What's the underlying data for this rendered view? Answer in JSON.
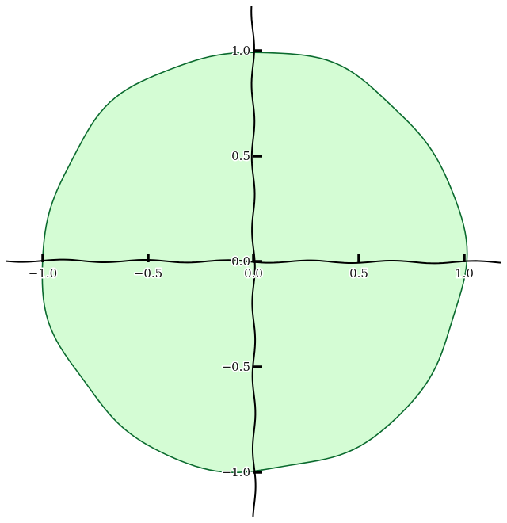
{
  "chart_data": {
    "type": "area",
    "title": "",
    "xlabel": "",
    "ylabel": "",
    "xlim": [
      -1.2,
      1.2
    ],
    "ylim": [
      -1.2,
      1.2
    ],
    "grid": false,
    "style": "xkcd",
    "x_ticks": [
      {
        "value": -1.0,
        "label": "−1.0"
      },
      {
        "value": -0.5,
        "label": "−0.5"
      },
      {
        "value": 0.0,
        "label": "0.0"
      },
      {
        "value": 0.5,
        "label": "0.5"
      },
      {
        "value": 1.0,
        "label": "1.0"
      }
    ],
    "y_ticks": [
      {
        "value": 1.0,
        "label": "1.0"
      },
      {
        "value": 0.5,
        "label": "0.5"
      },
      {
        "value": 0.0,
        "label": "0.0"
      },
      {
        "value": -0.5,
        "label": "−0.5"
      },
      {
        "value": -1.0,
        "label": "−1.0"
      }
    ],
    "series": [
      {
        "shape": "circle",
        "center": [
          0,
          0
        ],
        "radius": 1.0,
        "fill_color": "#d4fcd4",
        "edge_color": "#0a6a2e"
      }
    ]
  }
}
